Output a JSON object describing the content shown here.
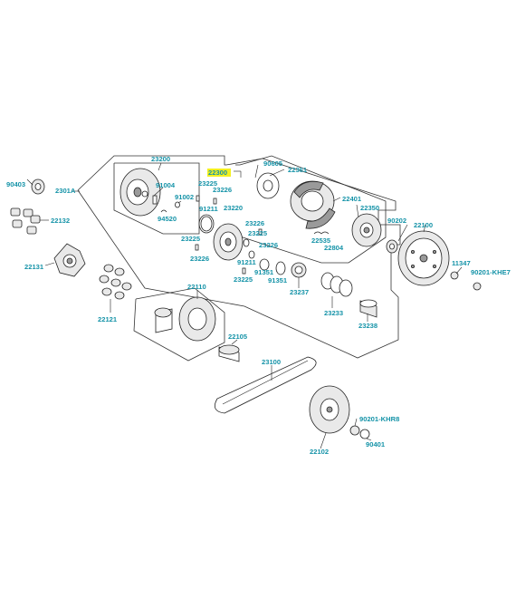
{
  "diagram": {
    "highlighted_part": "22300",
    "labels": [
      {
        "id": "23200",
        "text": "23200"
      },
      {
        "id": "90403",
        "text": "90403"
      },
      {
        "id": "2301A",
        "text": "2301A"
      },
      {
        "id": "91004",
        "text": "91004"
      },
      {
        "id": "91002",
        "text": "91002"
      },
      {
        "id": "94520",
        "text": "94520"
      },
      {
        "id": "22132",
        "text": "22132"
      },
      {
        "id": "22300",
        "text": "22300"
      },
      {
        "id": "90605",
        "text": "90605"
      },
      {
        "id": "22361",
        "text": "22361"
      },
      {
        "id": "23225a",
        "text": "23225"
      },
      {
        "id": "23226a",
        "text": "23226"
      },
      {
        "id": "23220",
        "text": "23220"
      },
      {
        "id": "91211a",
        "text": "91211"
      },
      {
        "id": "23226b",
        "text": "23226"
      },
      {
        "id": "23225b",
        "text": "23225"
      },
      {
        "id": "23225c",
        "text": "23225"
      },
      {
        "id": "23226c",
        "text": "23226"
      },
      {
        "id": "23226d",
        "text": "23226"
      },
      {
        "id": "91211b",
        "text": "91211"
      },
      {
        "id": "91351a",
        "text": "91351"
      },
      {
        "id": "91351b",
        "text": "91351"
      },
      {
        "id": "23225d",
        "text": "23225"
      },
      {
        "id": "22401",
        "text": "22401"
      },
      {
        "id": "22350",
        "text": "22350"
      },
      {
        "id": "22535",
        "text": "22535"
      },
      {
        "id": "22804",
        "text": "22804"
      },
      {
        "id": "90202",
        "text": "90202"
      },
      {
        "id": "22100",
        "text": "22100"
      },
      {
        "id": "11347",
        "text": "11347"
      },
      {
        "id": "90201-KHE7",
        "text": "90201-KHE7"
      },
      {
        "id": "22131",
        "text": "22131"
      },
      {
        "id": "22121",
        "text": "22121"
      },
      {
        "id": "23237",
        "text": "23237"
      },
      {
        "id": "23233",
        "text": "23233"
      },
      {
        "id": "23238",
        "text": "23238"
      },
      {
        "id": "22110",
        "text": "22110"
      },
      {
        "id": "22105",
        "text": "22105"
      },
      {
        "id": "23100",
        "text": "23100"
      },
      {
        "id": "90201-KHR8",
        "text": "90201-KHR8"
      },
      {
        "id": "90401",
        "text": "90401"
      },
      {
        "id": "22102",
        "text": "22102"
      }
    ]
  }
}
